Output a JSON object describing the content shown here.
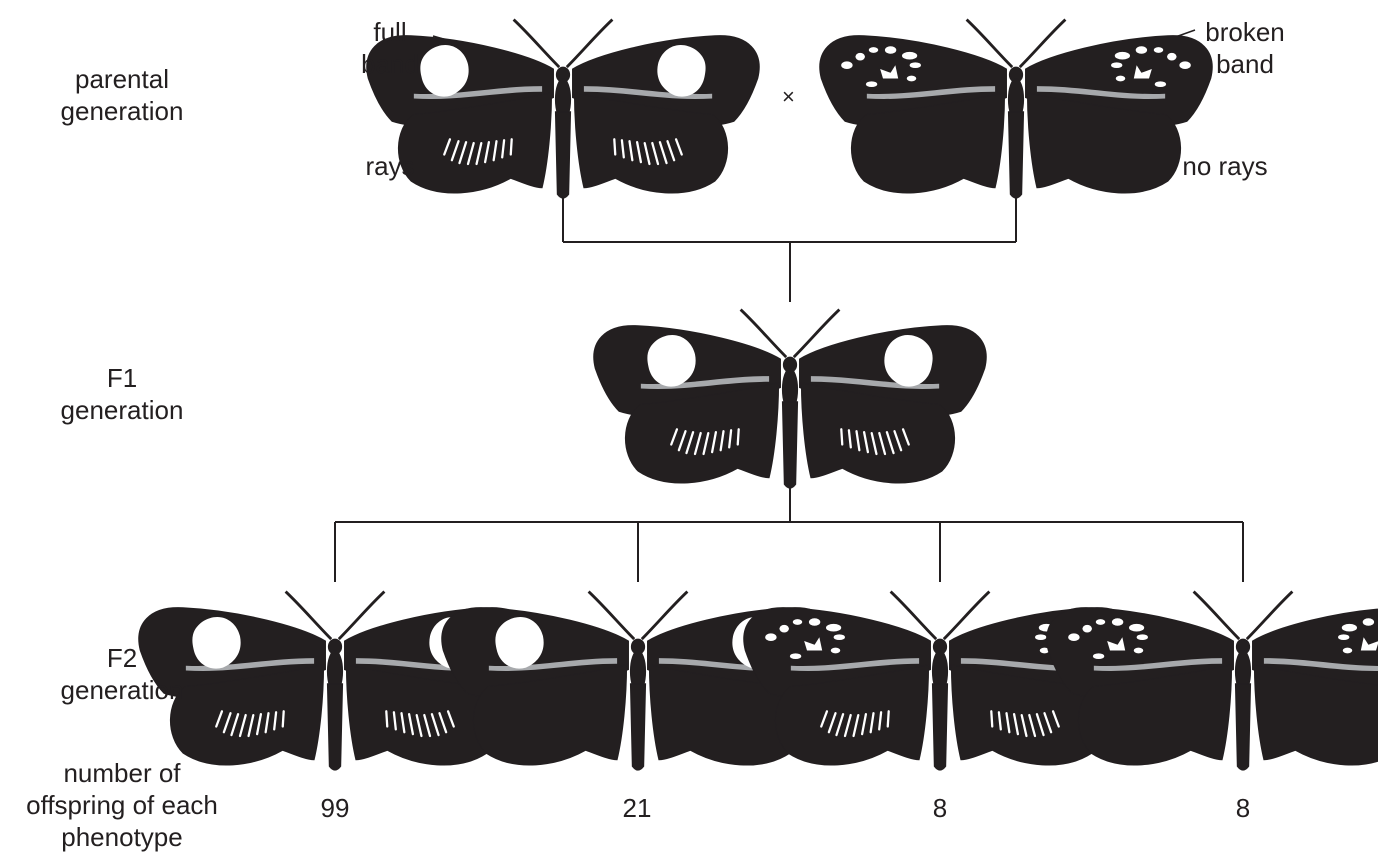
{
  "rows": {
    "parental": [
      "parental",
      "generation"
    ],
    "f1": [
      "F1",
      "generation"
    ],
    "f2": [
      "F2",
      "generation"
    ],
    "counts_label": [
      "number of",
      "offspring of each",
      "phenotype"
    ]
  },
  "annotations": {
    "full_band": [
      "full",
      "band"
    ],
    "rays": "rays",
    "broken_band": [
      "broken",
      "band"
    ],
    "no_rays": "no rays",
    "cross_symbol": "×"
  },
  "parents": [
    {
      "band": "full",
      "rays": true
    },
    {
      "band": "broken",
      "rays": false
    }
  ],
  "f1": {
    "band": "full",
    "rays": true
  },
  "f2": [
    {
      "band": "full",
      "rays": true,
      "count": "99"
    },
    {
      "band": "full",
      "rays": false,
      "count": "21"
    },
    {
      "band": "broken",
      "rays": true,
      "count": "8"
    },
    {
      "band": "broken",
      "rays": false,
      "count": "8"
    }
  ],
  "colors": {
    "wing": "#231f20",
    "stripe": "#a7a9ac",
    "marking": "#ffffff",
    "line": "#231f20"
  }
}
